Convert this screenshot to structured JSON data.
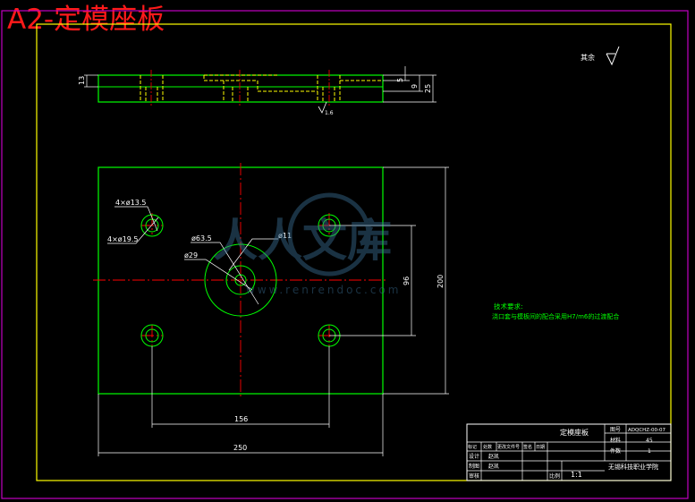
{
  "header": {
    "title": "A2-定模座板"
  },
  "drawing": {
    "surface_finish": "其余",
    "roughness_side": "1.6",
    "side_view_dims": [
      "13",
      "5",
      "9",
      "25"
    ],
    "plan_view": {
      "hole_callouts": [
        "4×ø13.5",
        "4×ø19.5",
        "ø63.5",
        "ø29",
        "ø11"
      ],
      "dims": [
        "96",
        "200",
        "156",
        "250"
      ]
    },
    "tech_requirements": {
      "heading": "技术要求:",
      "line": "浇口套与模板间的配合采用H7/m6的过渡配合"
    }
  },
  "title_block": {
    "part_name": "定模座板",
    "drawing_no_label": "图号",
    "drawing_no": "ADQCHZ-00-07",
    "material_label": "材料",
    "material": "45",
    "quantity_label": "件数",
    "quantity": "1",
    "rev_headers": [
      "标记",
      "处数",
      "更改文件号",
      "签名",
      "日期"
    ],
    "rows": [
      {
        "label": "设计",
        "name": "赵凯"
      },
      {
        "label": "制图",
        "name": "赵凯"
      },
      {
        "label": "审核",
        "name": ""
      }
    ],
    "scale_label": "比例",
    "scale": "1:1",
    "school": "无锡科技职业学院"
  },
  "watermark": {
    "text": "人人文库",
    "url": "www.renrendoc.com"
  },
  "colors": {
    "background": "#000000",
    "border": "#ffff00",
    "outline": "#00ff00",
    "hidden": "#ffff00",
    "center": "#ff0000",
    "dim": "#ffffff",
    "outer_frame": "#c000c0",
    "title": "#ff1a1a"
  }
}
